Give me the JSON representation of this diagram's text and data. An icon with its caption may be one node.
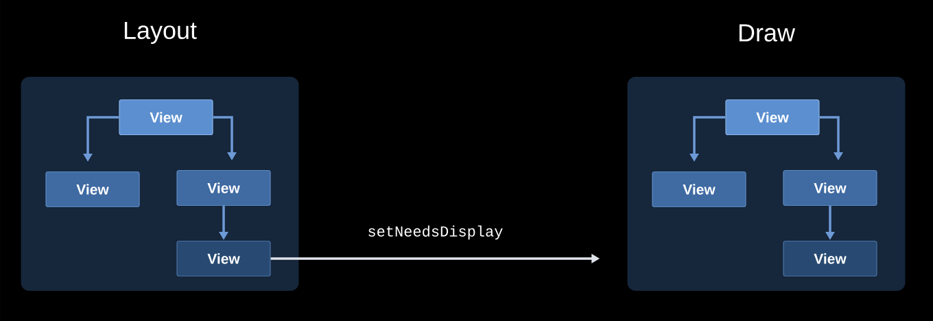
{
  "diagram": {
    "nodes": [
      {
        "text": [
          "Layout"
        ]
      },
      {
        "text": [
          "View"
        ],
        "in": 0
      },
      {
        "text": [
          "View"
        ],
        "in": 0
      },
      {
        "text": [
          "View"
        ],
        "in": 0
      },
      {
        "text": [
          "View"
        ],
        "in": 0
      },
      {
        "text": [
          "Draw"
        ]
      },
      {
        "text": [
          "View"
        ],
        "in": 5
      },
      {
        "text": [
          "View"
        ],
        "in": 5
      },
      {
        "text": [
          "View"
        ],
        "in": 5
      },
      {
        "text": [
          "View"
        ],
        "in": 5
      }
    ],
    "edges": [
      {
        "from": 1,
        "to": 2,
        "arrow": "to"
      },
      {
        "from": 1,
        "to": 3,
        "arrow": "to"
      },
      {
        "from": 3,
        "to": 4,
        "arrow": "to"
      },
      {
        "from": 4,
        "to": 5,
        "arrow": "to",
        "label": "setNeedsDisplay",
        "color": "#dfe3ea"
      },
      {
        "from": 6,
        "to": 7,
        "arrow": "to"
      },
      {
        "from": 6,
        "to": 8,
        "arrow": "to"
      },
      {
        "from": 8,
        "to": 9,
        "arrow": "to"
      }
    ]
  }
}
